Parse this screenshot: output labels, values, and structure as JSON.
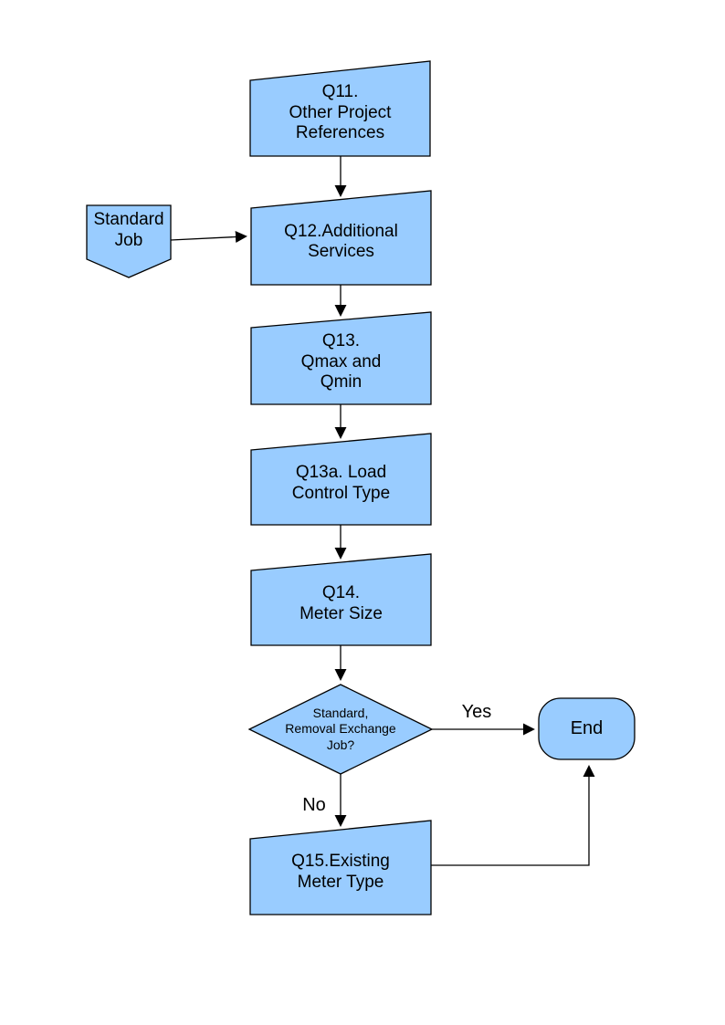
{
  "colors": {
    "background": "#ffffff",
    "node_fill": "#99ccff",
    "node_border": "#000000",
    "connector": "#000000",
    "text": "#000000"
  },
  "nodes": {
    "standard_job": {
      "label": "Standard\nJob",
      "shape": "pentagon-down"
    },
    "q11": {
      "label": "Q11.\nOther Project\nReferences",
      "shape": "manual-input"
    },
    "q12": {
      "label": "Q12.Additional\nServices",
      "shape": "manual-input"
    },
    "q13": {
      "label": "Q13.\nQmax and\nQmin",
      "shape": "manual-input"
    },
    "q13a": {
      "label": "Q13a. Load\nControl Type",
      "shape": "manual-input"
    },
    "q14": {
      "label": "Q14.\nMeter Size",
      "shape": "manual-input"
    },
    "decision": {
      "label": "Standard,\nRemoval Exchange\nJob?",
      "shape": "diamond"
    },
    "q15": {
      "label": "Q15.Existing\nMeter Type",
      "shape": "manual-input"
    },
    "end": {
      "label": "End",
      "shape": "terminator"
    }
  },
  "edge_labels": {
    "yes": "Yes",
    "no": "No"
  }
}
